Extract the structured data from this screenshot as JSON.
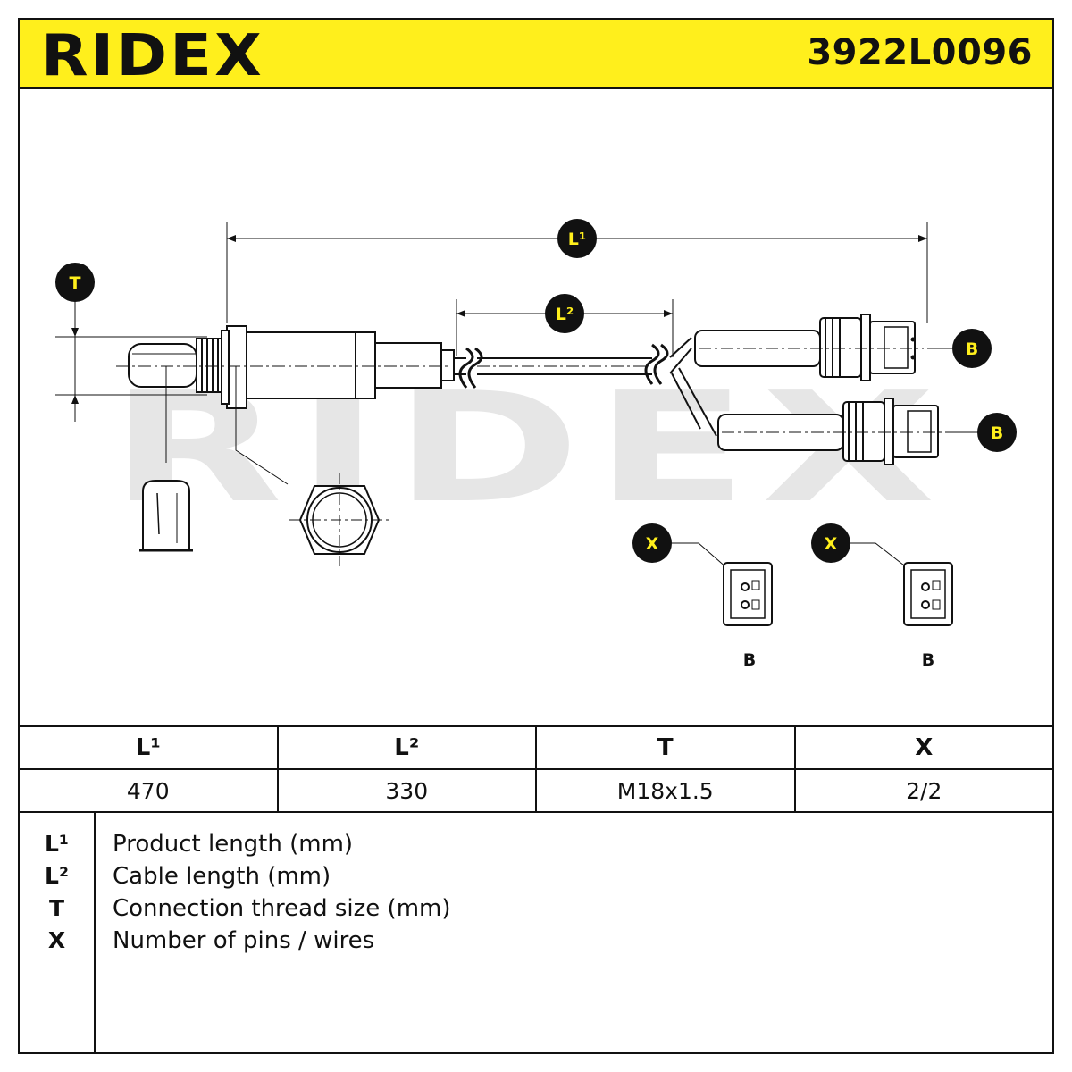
{
  "header": {
    "brand": "RIDEX",
    "part_number": "3922L0096",
    "background_color": "#ffef1c"
  },
  "drawing": {
    "watermark": "RIDEX",
    "dimension_labels": {
      "l1": "L¹",
      "l2": "L²",
      "t": "T",
      "b": "B",
      "x": "X"
    },
    "connector_labels": [
      "B",
      "B"
    ],
    "marker_color": "#ffef1c"
  },
  "table": {
    "headers": [
      "L¹",
      "L²",
      "T",
      "X"
    ],
    "values": [
      "470",
      "330",
      "M18x1.5",
      "2/2"
    ]
  },
  "legend": [
    {
      "key": "L¹",
      "text": "Product length (mm)"
    },
    {
      "key": "L²",
      "text": "Cable length (mm)"
    },
    {
      "key": "T",
      "text": "Connection thread size (mm)"
    },
    {
      "key": "X",
      "text": "Number of pins / wires"
    }
  ]
}
